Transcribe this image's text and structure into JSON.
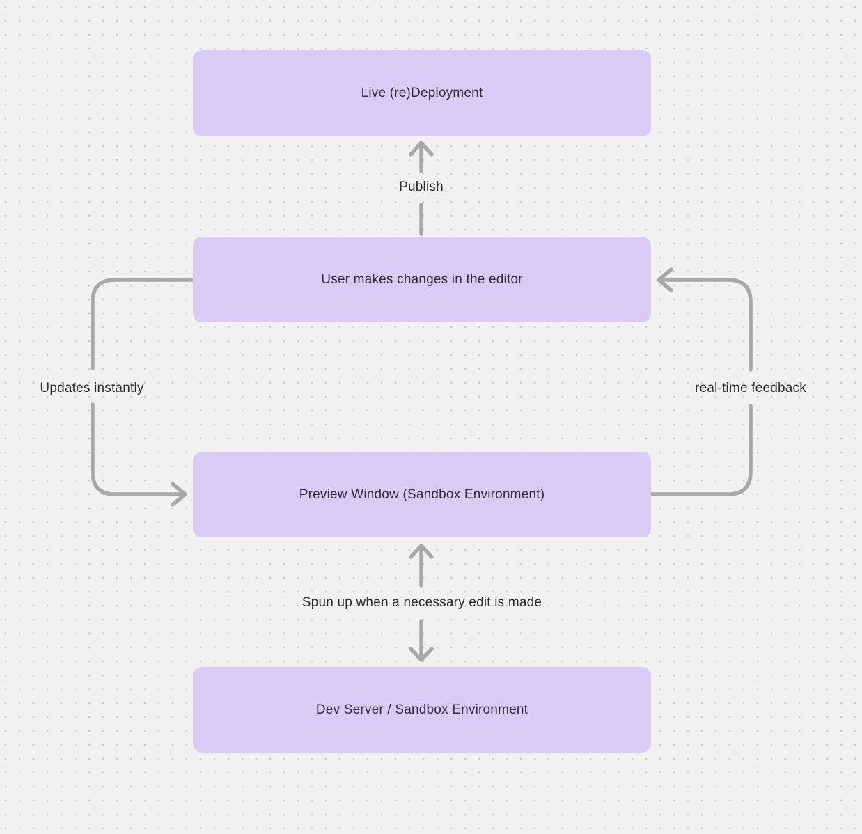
{
  "diagram": {
    "type": "flowchart",
    "nodes": [
      {
        "id": "live-redeployment",
        "label": "Live (re)Deployment"
      },
      {
        "id": "user-edits",
        "label": "User makes changes in the editor"
      },
      {
        "id": "preview-window",
        "label": "Preview Window (Sandbox Environment)"
      },
      {
        "id": "dev-server",
        "label": "Dev Server / Sandbox Environment"
      }
    ],
    "edges": [
      {
        "label": "Publish",
        "from": "User makes changes in the editor",
        "to": "Live (re)Deployment",
        "direction": "up"
      },
      {
        "label": "Updates instantly",
        "from": "User makes changes in the editor",
        "to": "Preview Window (Sandbox Environment)",
        "direction": "down-left-loop"
      },
      {
        "label": "real-time feedback",
        "from": "Preview Window (Sandbox Environment)",
        "to": "User makes changes in the editor",
        "direction": "up-right-loop"
      },
      {
        "label": "Spun up when a necessary edit is made",
        "from": "Preview Window (Sandbox Environment)",
        "to": "Dev Server / Sandbox Environment",
        "direction": "bidirectional"
      }
    ],
    "colors": {
      "background": "#f2f1f1",
      "grid_dot": "#c9c7c7",
      "node_fill": "#d8ccf6",
      "node_text": "#2e2e36",
      "edge_label_text": "#2b2b30",
      "arrow_stroke": "#a8a8a8"
    }
  }
}
